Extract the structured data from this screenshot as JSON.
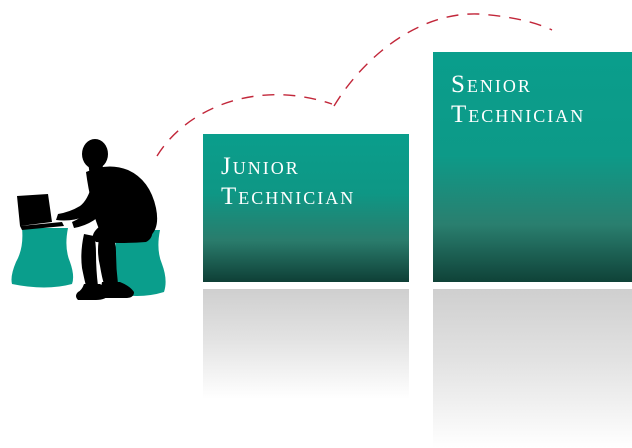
{
  "blocks": {
    "junior": {
      "line1": "Junior",
      "line2": "Technician"
    },
    "senior": {
      "line1": "Senior",
      "line2": "Technician"
    }
  },
  "colors": {
    "teal": "#0a9e8c",
    "dark_teal": "#0e3f36",
    "path_red": "#c2273a",
    "silhouette": "#000000",
    "stool": "#0a9e8c"
  },
  "icons": {
    "figure": "person-at-laptop-icon",
    "path": "dashed-career-path-arc"
  }
}
